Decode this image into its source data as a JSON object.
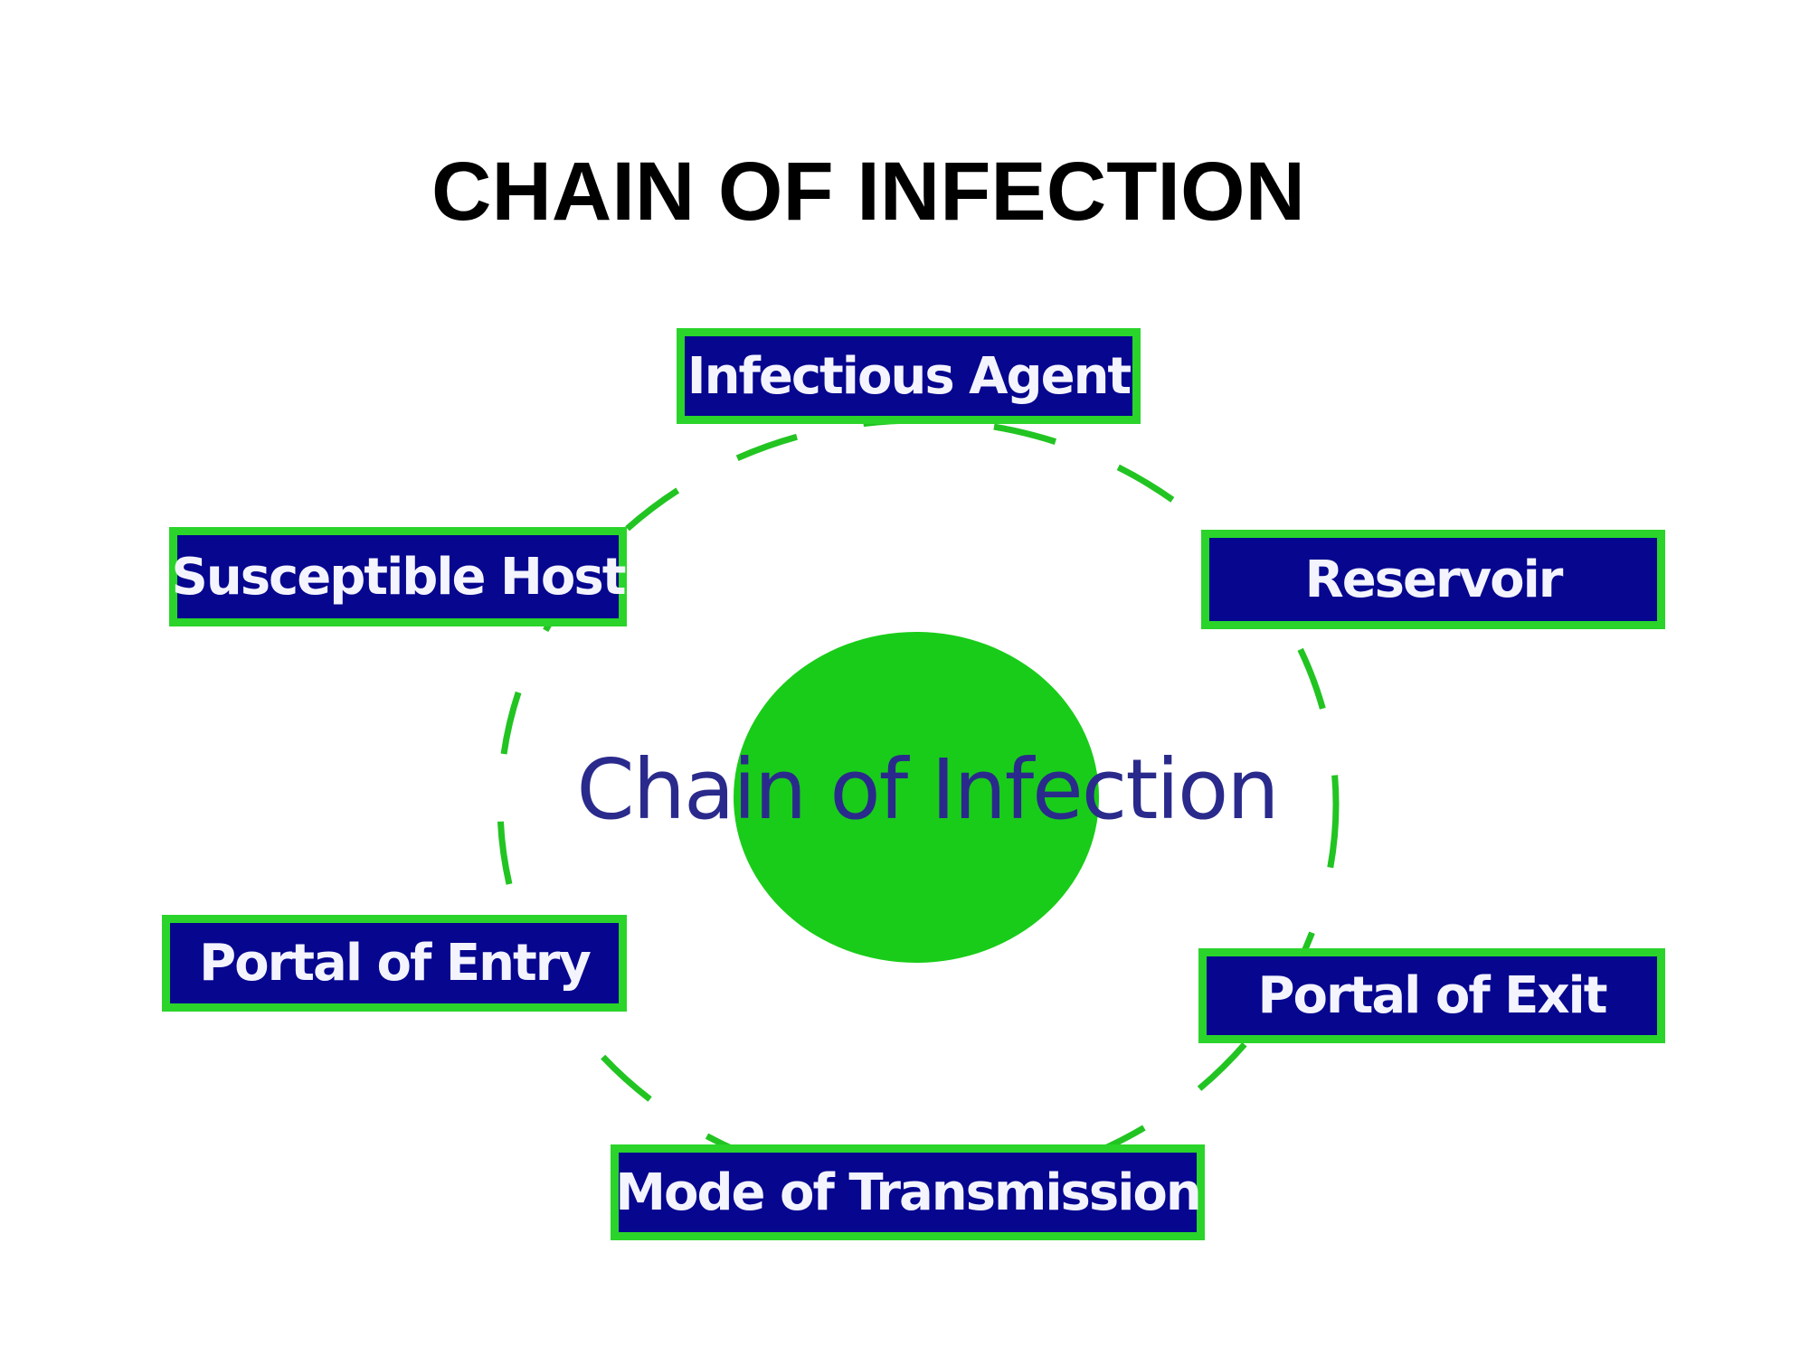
{
  "title": "CHAIN OF INFECTION",
  "center_label": "Chain of Infection",
  "nodes": {
    "infectious_agent": "Infectious Agent",
    "reservoir": "Reservoir",
    "portal_of_exit": "Portal of Exit",
    "mode_of_transmission": "Mode of Transmission",
    "portal_of_entry": "Portal of Entry",
    "susceptible_host": "Susceptible Host"
  },
  "colors": {
    "box_fill": "#06068f",
    "box_border": "#2ad42a",
    "circle": "#19cc19",
    "center_text": "#2a2a8c"
  }
}
